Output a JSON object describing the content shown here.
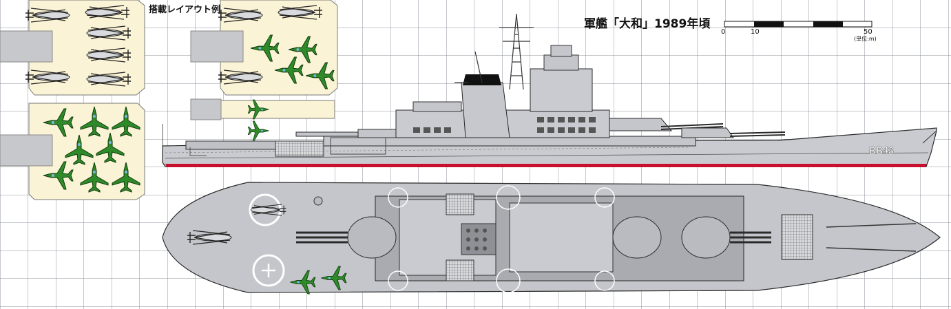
{
  "layout_caption": "搭載レイアウト例",
  "title": "軍艦「大和」1989年頃",
  "scale": {
    "tick_labels": [
      "0",
      "10",
      "50"
    ],
    "unit": "(単位:m)"
  },
  "hull_number": "BB43",
  "colors": {
    "grid": "#8a8f9a",
    "hull": "#c9cbd0",
    "deck": "#c4c6cb",
    "deck_dark": "#a9abb0",
    "outline": "#2a2a2a",
    "boot_top": "#c8102e",
    "panel": "#fbf3d5",
    "aircraft": "#2f8a2a",
    "funnel_cap": "#111111"
  }
}
